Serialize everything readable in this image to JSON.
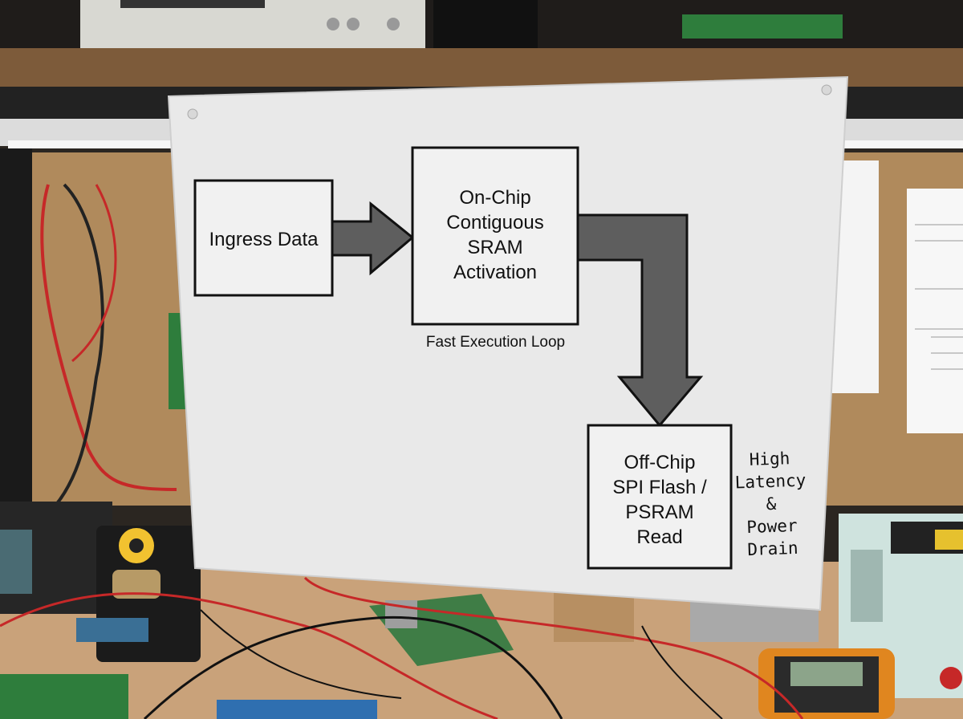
{
  "diagram": {
    "nodes": {
      "ingress": "Ingress Data",
      "sram": "On-Chip\nContiguous\nSRAM\nActivation",
      "offchip": "Off-Chip\nSPI Flash /\nPSRAM\nRead"
    },
    "caption_loop": "Fast Execution Loop",
    "handwritten_note": "High\nLatency\n&\nPower\nDrain"
  },
  "colors": {
    "paper": "#e9e9e9",
    "arrow_fill": "#5e5e5e",
    "corkboard": "#b08a5c",
    "shelf": "#7d5b3a",
    "bench": "#c9a27a"
  }
}
